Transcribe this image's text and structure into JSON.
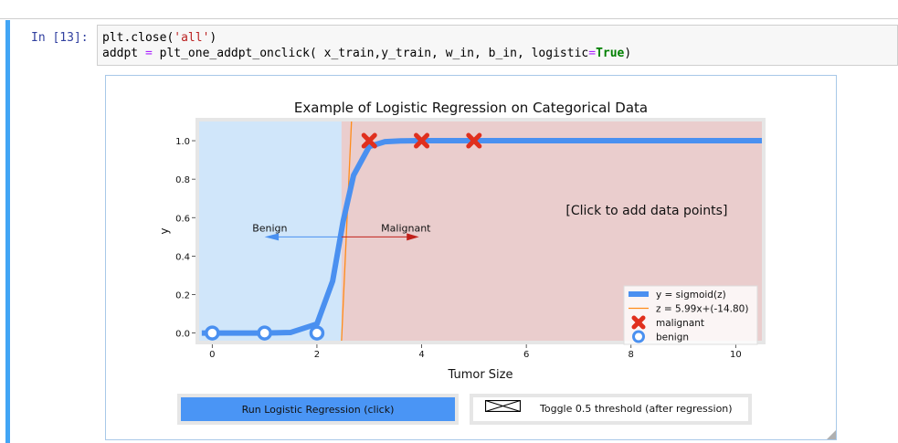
{
  "cell": {
    "prompt": "In [13]:",
    "code_line1": {
      "p1": "plt.close(",
      "p2": "'all'",
      "p3": ")"
    },
    "code_line2": {
      "p1": "addpt ",
      "p2": "=",
      "p3": " plt_one_addpt_onclick( x_train,y_train, w_in, b_in, logistic",
      "p4": "=",
      "p5": "True",
      "p6": ")"
    }
  },
  "figure": {
    "title": "Example of Logistic Regression on Categorical Data",
    "click_hint": "[Click to add data points]",
    "benign_label": "Benign",
    "malignant_label": "Malignant",
    "run_button": "Run Logistic Regression (click)",
    "toggle_button": "Toggle 0.5 threshold (after regression)"
  },
  "colors": {
    "accent": "#42a5f5",
    "sigmoid": "#4a90f0",
    "linear": "#ff8c1a",
    "malignant": "#e0301e",
    "benign_region": "#d0e6fa",
    "malignant_region": "#eacdcd"
  },
  "chart_data": {
    "type": "line",
    "xlabel": "Tumor Size",
    "ylabel": "y",
    "xlim": [
      -0.25,
      10.5
    ],
    "ylim": [
      -0.04,
      1.1
    ],
    "xticks": [
      0,
      2,
      4,
      6,
      8,
      10
    ],
    "yticks": [
      0.0,
      0.2,
      0.4,
      0.6,
      0.8,
      1.0
    ],
    "threshold_x": 2.47,
    "legend_placement": "lower right",
    "series": [
      {
        "name": "y = sigmoid(z)",
        "kind": "line",
        "x": [
          -0.2,
          0,
          0.5,
          1.0,
          1.5,
          2.0,
          2.3,
          2.5,
          2.7,
          3.0,
          3.3,
          3.6,
          4.0,
          5.0,
          6.0,
          8.0,
          10.5
        ],
        "y": [
          0.0,
          0.0,
          0.0,
          0.0,
          0.003,
          0.047,
          0.27,
          0.58,
          0.82,
          0.97,
          0.995,
          0.999,
          1.0,
          1.0,
          1.0,
          1.0,
          1.0
        ]
      },
      {
        "name": "z = 5.99x+(-14.80)",
        "kind": "line",
        "x": [
          2.47,
          2.66
        ],
        "y": [
          -0.04,
          1.1
        ]
      },
      {
        "name": "malignant",
        "kind": "scatter",
        "marker": "x",
        "x": [
          3,
          4,
          5
        ],
        "y": [
          1,
          1,
          1
        ]
      },
      {
        "name": "benign",
        "kind": "scatter",
        "marker": "o",
        "x": [
          0,
          1,
          2
        ],
        "y": [
          0,
          0,
          0
        ]
      }
    ]
  }
}
